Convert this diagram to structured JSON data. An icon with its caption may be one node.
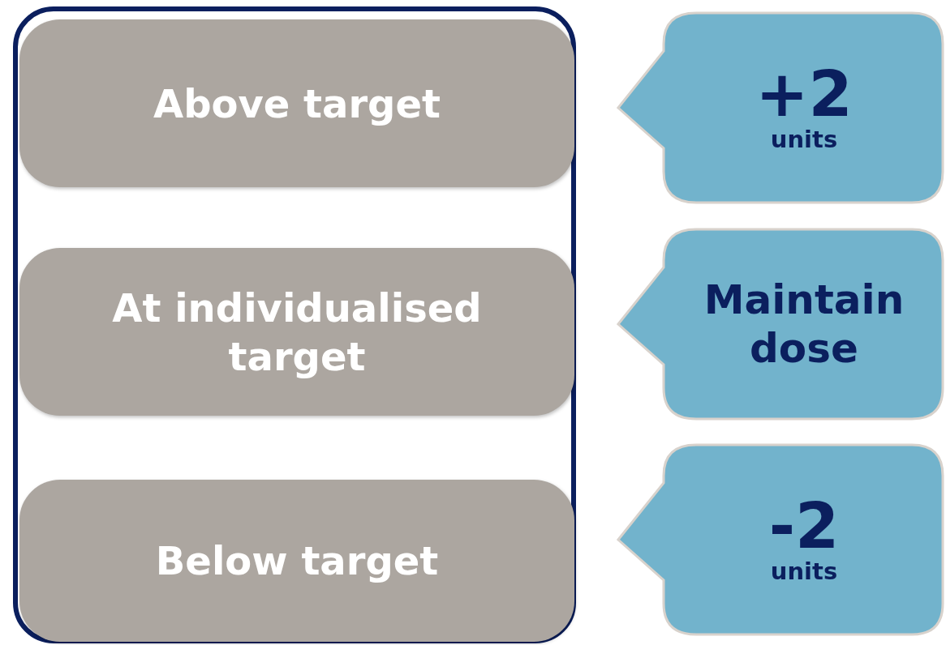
{
  "diagram": {
    "nodes": [
      {
        "text": [],
        "shape": "box"
      },
      {
        "text": [
          "Above target"
        ],
        "in": 0
      },
      {
        "text": [
          "At individualised target"
        ],
        "in": 0
      },
      {
        "text": [
          "Below target"
        ],
        "in": 0
      },
      {
        "text": [
          "+2",
          "units"
        ]
      },
      {
        "text": [
          "Maintain dose"
        ]
      },
      {
        "text": [
          "-2",
          "units"
        ]
      }
    ]
  }
}
